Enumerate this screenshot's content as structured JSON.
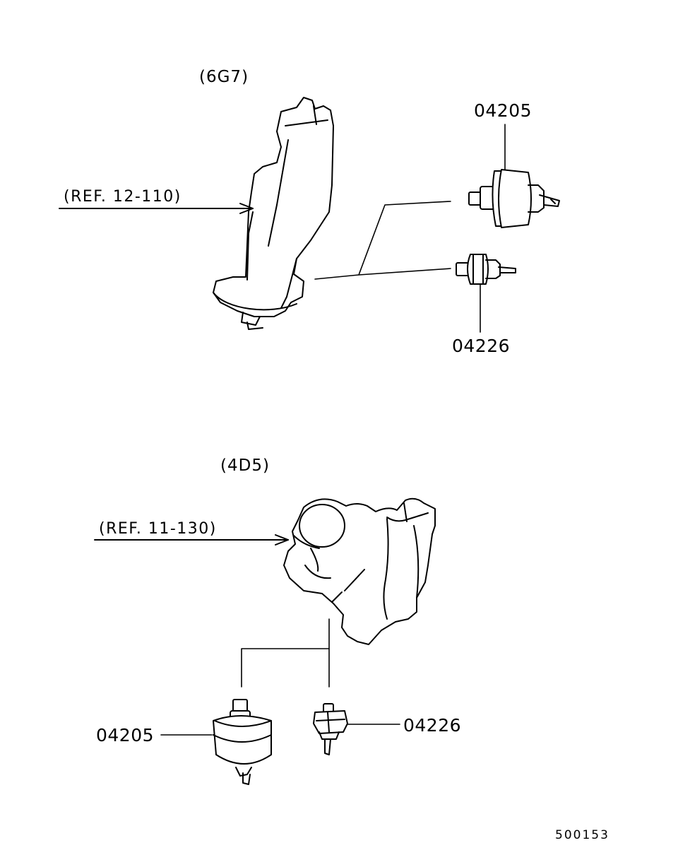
{
  "sections": {
    "top": {
      "engine": "(6G7)",
      "ref": "(REF. 12-110)",
      "parts": {
        "upper": "04205",
        "lower": "04226"
      }
    },
    "bottom": {
      "engine": "(4D5)",
      "ref": "(REF. 11-130)",
      "parts": {
        "left": "04205",
        "right": "04226"
      }
    }
  },
  "footer": {
    "code": "500153"
  }
}
